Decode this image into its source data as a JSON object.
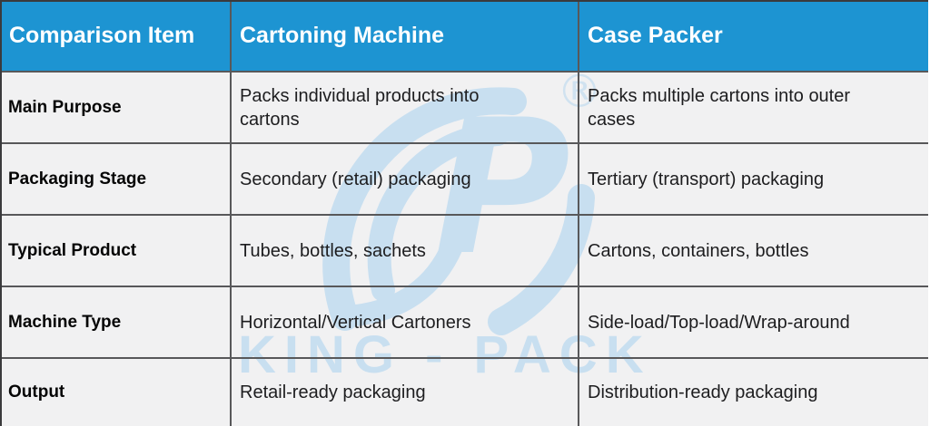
{
  "colors": {
    "header_bg": "#1D94D2",
    "header_text": "#FFFFFF",
    "cell_bg": "#F1F1F2",
    "grid_line": "#58585A",
    "outer_border": "#3A3A3C",
    "label_text": "#050505",
    "body_text": "#1D1D1F",
    "watermark_blue": "#C8DFF0"
  },
  "watermark": {
    "brand_text": "KING - PACK",
    "logo_letter": "P",
    "registered_symbol": "®"
  },
  "table": {
    "headers": [
      "Comparison Item",
      "Cartoning Machine",
      "Case Packer"
    ],
    "rows": [
      {
        "label": "Main Purpose",
        "cartoning_machine": "Packs individual products into cartons",
        "case_packer": "Packs multiple cartons into outer cases"
      },
      {
        "label": "Packaging Stage",
        "cartoning_machine": "Secondary (retail) packaging",
        "case_packer": "Tertiary (transport) packaging"
      },
      {
        "label": "Typical Product",
        "cartoning_machine": "Tubes, bottles, sachets",
        "case_packer": "Cartons, containers, bottles"
      },
      {
        "label": "Machine Type",
        "cartoning_machine": "Horizontal/Vertical Cartoners",
        "case_packer": "Side-load/Top-load/Wrap-around"
      },
      {
        "label": "Output",
        "cartoning_machine": "Retail-ready packaging",
        "case_packer": "Distribution-ready packaging"
      }
    ]
  }
}
